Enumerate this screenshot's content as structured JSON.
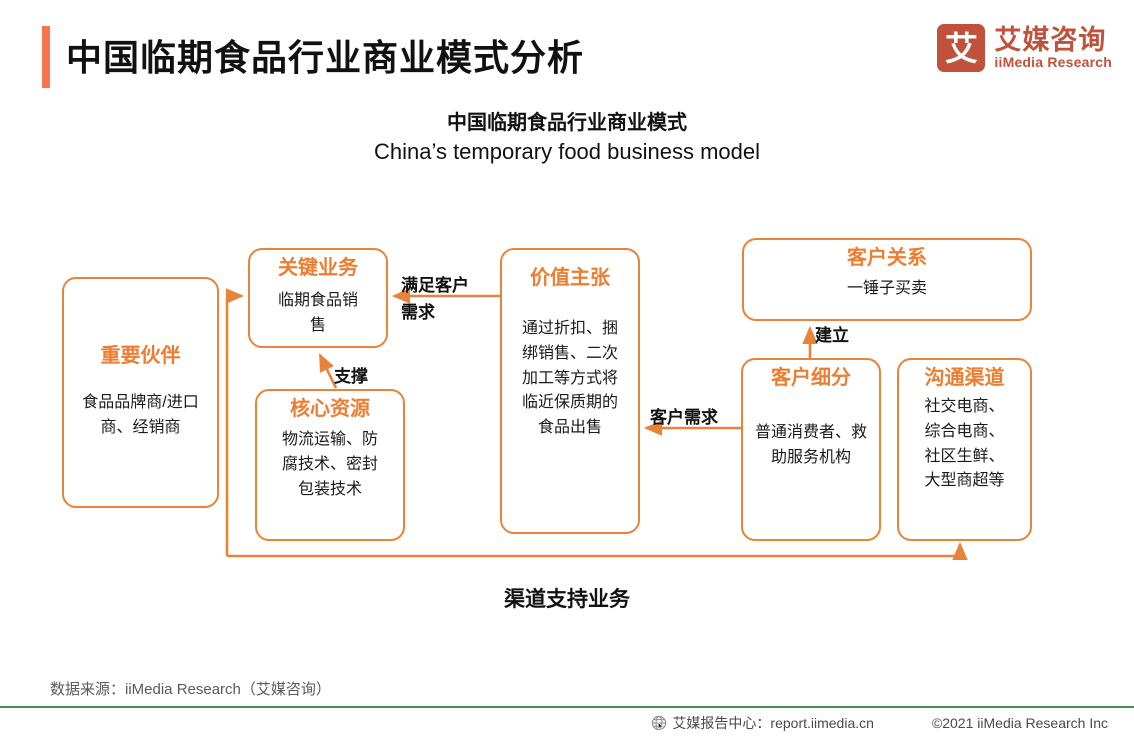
{
  "header": {
    "title": "中国临期食品行业商业模式分析",
    "accent_color": "#F4754E",
    "logo": {
      "mark_glyph": "艾",
      "name_cn": "艾媒咨询",
      "name_en": "iiMedia Research",
      "color": "#C0513B"
    }
  },
  "subtitle": {
    "cn": "中国临期食品行业商业模式",
    "en": "China’s temporary food business model"
  },
  "diagram": {
    "accent_color": "#ED7D31",
    "nodes": [
      {
        "id": "key-partners",
        "title": "重要伙伴",
        "body": "食品品牌商/进口商、经销商"
      },
      {
        "id": "key-activities",
        "title": "关键业务",
        "body": "临期食品销售"
      },
      {
        "id": "key-resources",
        "title": "核心资源",
        "body": "物流运输、防腐技术、密封包装技术"
      },
      {
        "id": "value-proposition",
        "title": "价值主张",
        "body": "通过折扣、捆绑销售、二次加工等方式将临近保质期的食品出售"
      },
      {
        "id": "customer-relationships",
        "title": "客户关系",
        "body": "一锤子买卖"
      },
      {
        "id": "customer-segments",
        "title": "客户细分",
        "body": "普通消费者、救助服务机构"
      },
      {
        "id": "channels",
        "title": "沟通渠道",
        "body": "社交电商、综合电商、社区生鲜、大型商超等"
      }
    ],
    "edge_labels": {
      "meet_demand": "满足客户\n需求",
      "meet_demand_line1": "满足客户",
      "meet_demand_line2": "需求",
      "support": "支撑",
      "customer_demand": "客户需求",
      "establish": "建立",
      "channel_support": "渠道支持业务"
    }
  },
  "footer": {
    "source": "数据来源：iiMedia Research（艾媒咨询）",
    "rule_color": "#4B8B54",
    "report_center": "艾媒报告中心：report.iimedia.cn",
    "copyright": "©2021  iiMedia Research  Inc"
  }
}
